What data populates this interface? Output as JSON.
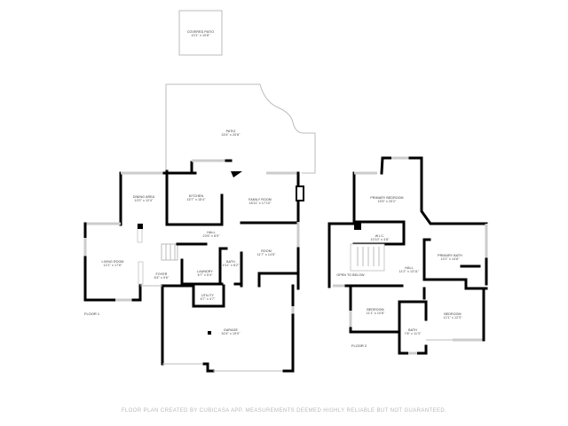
{
  "floors": [
    {
      "label": "FLOOR 1"
    },
    {
      "label": "FLOOR 2"
    }
  ],
  "rooms": {
    "covered_patio": {
      "name": "COVERED PATIO",
      "dims": "10'1\" x 10'8\""
    },
    "patio": {
      "name": "PATIO",
      "dims": "33'4\" x 20'8\""
    },
    "dining_area": {
      "name": "DINING AREA",
      "dims": "10'2\" x 12'4\""
    },
    "kitchen": {
      "name": "KITCHEN",
      "dims": "15'7\" x 15'4\""
    },
    "family_room": {
      "name": "FAMILY ROOM",
      "dims": "18'11\" x 17'10\""
    },
    "hall_1": {
      "name": "HALL",
      "dims": "23'6\" x 8'5\""
    },
    "living_room": {
      "name": "LIVING ROOM",
      "dims": "12'1\" x 17'6\""
    },
    "foyer": {
      "name": "FOYER",
      "dims": "8'4\" x 9'6\""
    },
    "laundry": {
      "name": "LAUNDRY",
      "dims": "6'7\" x 5'4\""
    },
    "bath_1": {
      "name": "BATH",
      "dims": "4'11\" x 8'2\""
    },
    "room": {
      "name": "ROOM",
      "dims": "11'7\" x 14'5\""
    },
    "utility": {
      "name": "UTILITY",
      "dims": "6'7\" x 4'7\""
    },
    "garage": {
      "name": "GARAGE",
      "dims": "30'4\" x 19'9\""
    },
    "primary_bedroom": {
      "name": "PRIMARY BEDROOM",
      "dims": "15'5\" x 20'2\""
    },
    "wic": {
      "name": "W.I.C.",
      "dims": "10'10\" x 4'8\""
    },
    "primary_bath": {
      "name": "PRIMARY BATH",
      "dims": "13'1\" x 14'8\""
    },
    "hall_2": {
      "name": "HALL",
      "dims": "11'2\" x 13'11\""
    },
    "open_to_below": {
      "name": "OPEN TO BELOW",
      "dims": ""
    },
    "bedroom_1": {
      "name": "BEDROOM",
      "dims": "11'1\" x 10'8\""
    },
    "bath_2": {
      "name": "BATH",
      "dims": "7'8\" x 11'3\""
    },
    "bedroom_2": {
      "name": "BEDROOM",
      "dims": "12'1\" x 12'3\""
    }
  },
  "footer": "FLOOR PLAN CREATED BY CUBICASA APP. MEASUREMENTS DEEMED HIGHLY RELIABLE BUT NOT GUARANTEED."
}
